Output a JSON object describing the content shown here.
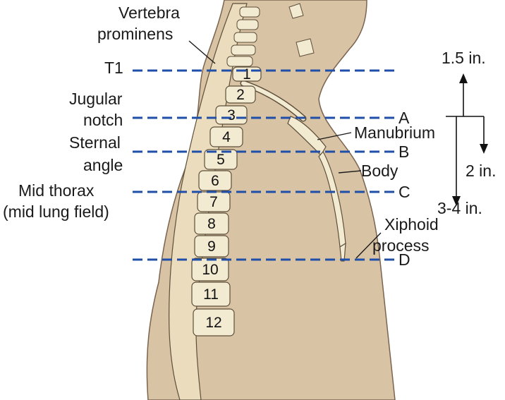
{
  "colors": {
    "body_fill": "#d9c3a5",
    "body_outline": "#7a6450",
    "bone_fill": "#f3ead2",
    "bone_shade": "#d8c9a6",
    "bone_outline": "#5d4f3a",
    "reference_line": "#1f4fa8",
    "text": "#1a1a1a"
  },
  "labels": {
    "vertebra_prominens": [
      "Vertebra",
      "prominens"
    ],
    "t1": "T1",
    "jugular_notch": [
      "Jugular",
      "notch"
    ],
    "sternal_angle": [
      "Sternal",
      "angle"
    ],
    "mid_thorax": [
      "Mid thorax",
      "(mid lung field)"
    ],
    "manubrium": "Manubrium",
    "body": "Body",
    "xiphoid_process": [
      "Xiphoid",
      "process"
    ]
  },
  "reference_lines": [
    {
      "id": "T1",
      "label": ""
    },
    {
      "id": "A",
      "label": "A"
    },
    {
      "id": "B",
      "label": "B"
    },
    {
      "id": "C",
      "label": "C"
    },
    {
      "id": "D",
      "label": "D"
    }
  ],
  "vertebra_numbers": [
    "1",
    "2",
    "3",
    "4",
    "5",
    "6",
    "7",
    "8",
    "9",
    "10",
    "11",
    "12"
  ],
  "measurements": {
    "up": "1.5 in.",
    "down_short": "2 in.",
    "down_long": "3-4 in."
  }
}
